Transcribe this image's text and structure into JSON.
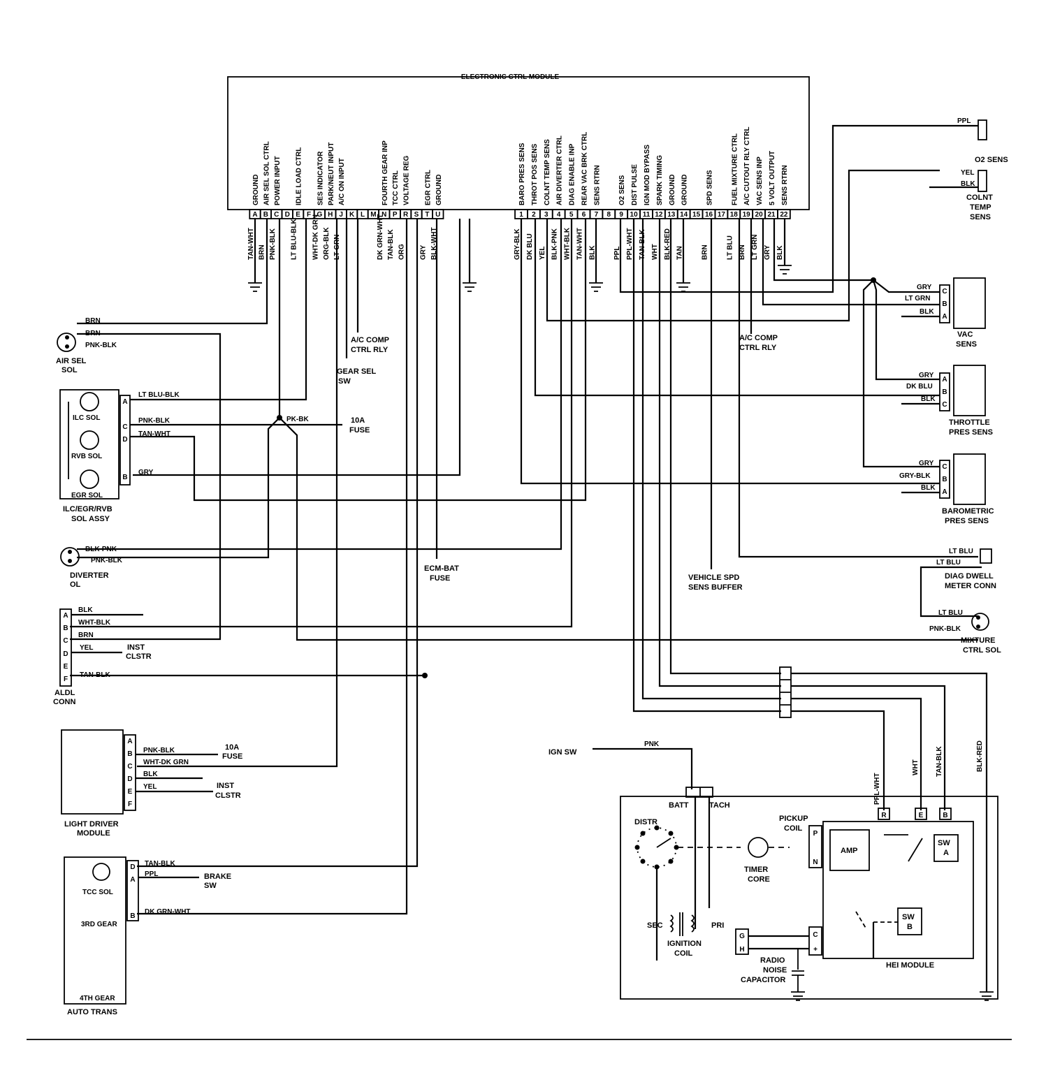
{
  "ecm": {
    "title": "ELECTRONIC CTRL MODULE",
    "pins_left": [
      {
        "pin": "A",
        "label": "GROUND",
        "wire": "TAN-WHT"
      },
      {
        "pin": "B",
        "label": "AIR SEL SOL CTRL",
        "wire": "BRN"
      },
      {
        "pin": "C",
        "label": "POWER INPUT",
        "wire": "PNK-BLK"
      },
      {
        "pin": "D",
        "label": "",
        "wire": ""
      },
      {
        "pin": "E",
        "label": "IDLE LOAD CTRL",
        "wire": "LT BLU-BLK"
      },
      {
        "pin": "F",
        "label": "",
        "wire": ""
      },
      {
        "pin": "G",
        "label": "SES INDICATOR",
        "wire": "WHT-DK GRN"
      },
      {
        "pin": "H",
        "label": "PARK/NEUT INPUT",
        "wire": "ORG-BLK"
      },
      {
        "pin": "J",
        "label": "A/C ON INPUT",
        "wire": "LT GRN"
      },
      {
        "pin": "K",
        "label": "",
        "wire": ""
      },
      {
        "pin": "L",
        "label": "",
        "wire": ""
      },
      {
        "pin": "M",
        "label": "",
        "wire": ""
      },
      {
        "pin": "N",
        "label": "FOURTH GEAR INP",
        "wire": "DK GRN-WHT"
      },
      {
        "pin": "P",
        "label": "TCC CTRL",
        "wire": "TAN-BLK"
      },
      {
        "pin": "R",
        "label": "VOLTAGE REG",
        "wire": "ORG"
      },
      {
        "pin": "S",
        "label": "",
        "wire": ""
      },
      {
        "pin": "T",
        "label": "EGR CTRL",
        "wire": "GRY"
      },
      {
        "pin": "U",
        "label": "GROUND",
        "wire": "BLK-WHT"
      }
    ],
    "pins_right": [
      {
        "pin": "1",
        "label": "BARO PRES SENS",
        "wire": "GRY-BLK"
      },
      {
        "pin": "2",
        "label": "THROT POS SENS",
        "wire": "DK BLU"
      },
      {
        "pin": "3",
        "label": "COLNT TEMP SENS",
        "wire": "YEL"
      },
      {
        "pin": "4",
        "label": "AIR DIVERTER CTRL",
        "wire": "BLK-PNK"
      },
      {
        "pin": "5",
        "label": "DIAG ENABLE INP",
        "wire": "WHT-BLK"
      },
      {
        "pin": "6",
        "label": "REAR VAC BRK CTRL",
        "wire": "TAN-WHT"
      },
      {
        "pin": "7",
        "label": "SENS RTRN",
        "wire": "BLK"
      },
      {
        "pin": "8",
        "label": "",
        "wire": ""
      },
      {
        "pin": "9",
        "label": "O2 SENS",
        "wire": "PPL"
      },
      {
        "pin": "10",
        "label": "DIST PULSE",
        "wire": "PPL-WHT"
      },
      {
        "pin": "11",
        "label": "IGN MOD BYPASS",
        "wire": "TAN-BLK"
      },
      {
        "pin": "12",
        "label": "SPARK TIMING",
        "wire": "WHT"
      },
      {
        "pin": "13",
        "label": "GROUND",
        "wire": "BLK-RED"
      },
      {
        "pin": "14",
        "label": "GROUND",
        "wire": "TAN"
      },
      {
        "pin": "15",
        "label": "",
        "wire": ""
      },
      {
        "pin": "16",
        "label": "SPD SENS",
        "wire": "BRN"
      },
      {
        "pin": "17",
        "label": "",
        "wire": ""
      },
      {
        "pin": "18",
        "label": "FUEL MIXTURE CTRL",
        "wire": "LT BLU"
      },
      {
        "pin": "19",
        "label": "A/C CUTOUT RLY CTRL",
        "wire": "BRN"
      },
      {
        "pin": "20",
        "label": "VAC SENS INP",
        "wire": "LT GRN"
      },
      {
        "pin": "21",
        "label": "5 VOLT OUTPUT",
        "wire": "GRY"
      },
      {
        "pin": "22",
        "label": "SENS RTRN",
        "wire": "BLK"
      }
    ]
  },
  "components": {
    "o2_sens": "O2 SENS",
    "colnt_temp_sens": [
      "COLNT",
      "TEMP",
      "SENS"
    ],
    "vac_sens": [
      "VAC",
      "SENS"
    ],
    "throttle_pres_sens": [
      "THROTTLE",
      "PRES SENS"
    ],
    "barometric_pres_sens": [
      "BAROMETRIC",
      "PRES SENS"
    ],
    "diag_dwell_meter_conn": [
      "DIAG DWELL",
      "METER CONN"
    ],
    "mixture_ctrl_sol": [
      "MIXTURE",
      "CTRL SOL"
    ],
    "air_sel_sol": [
      "AIR SEL",
      "SOL"
    ],
    "sol_assy": [
      "ILC/EGR/RVB",
      "SOL ASSY"
    ],
    "ilc_sol": "ILC SOL",
    "rvb_sol": "RVB SOL",
    "egr_sol": "EGR SOL",
    "diverter_sol": [
      "DIVERTER",
      "OL"
    ],
    "aldl_conn": [
      "ALDL",
      "CONN"
    ],
    "light_driver_module": [
      "LIGHT DRIVER",
      "MODULE"
    ],
    "tcc_sol": "TCC SOL",
    "third_gear": "3RD GEAR",
    "fourth_gear": "4TH GEAR",
    "auto_trans": "AUTO TRANS",
    "ac_comp_ctrl_rly_left": [
      "A/C COMP",
      "CTRL RLY"
    ],
    "ac_comp_ctrl_rly_right": [
      "A/C COMP",
      "CTRL RLY"
    ],
    "gear_sel_sw": [
      "GEAR SEL",
      "SW"
    ],
    "fuse_10a": [
      "10A",
      "FUSE"
    ],
    "ecm_bat_fuse": [
      "ECM-BAT",
      "FUSE"
    ],
    "vehicle_spd_sens_buffer": [
      "VEHICLE SPD",
      "SENS BUFFER"
    ],
    "ign_sw": "IGN SW",
    "batt": "BATT",
    "tach": "TACH",
    "distr": "DISTR",
    "pickup_coil": [
      "PICKUP",
      "COIL"
    ],
    "timer_core": [
      "TIMER",
      "CORE"
    ],
    "amp": "AMP",
    "sw_a": [
      "SW",
      "A"
    ],
    "sw_b": [
      "SW",
      "B"
    ],
    "sec": "SEC",
    "pri": "PRI",
    "ignition_coil": [
      "IGNITION",
      "COIL"
    ],
    "radio_noise_capacitor": [
      "RADIO",
      "NOISE",
      "CAPACITOR"
    ],
    "hei_module": "HEI MODULE",
    "inst_clstr": [
      "INST",
      "CLSTR"
    ],
    "brake_sw": [
      "BRAKE",
      "SW"
    ]
  },
  "wire_labels": {
    "brn": "BRN",
    "pnk_blk": "PNK-BLK",
    "lt_blu_blk": "LT BLU-BLK",
    "tan_wht": "TAN-WHT",
    "gry": "GRY",
    "pk_bk": "PK-BK",
    "blk_pnk": "BLK-PNK",
    "blk": "BLK",
    "wht_blk": "WHT-BLK",
    "yel": "YEL",
    "tan_blk": "TAN-BLK",
    "wht_dk_grn": "WHT-DK GRN",
    "ppl": "PPL",
    "dk_grn_wht": "DK GRN-WHT",
    "lt_grn": "LT GRN",
    "dk_blu": "DK BLU",
    "gry_blk": "GRY-BLK",
    "lt_blu": "LT BLU",
    "pnk": "PNK",
    "ppl_wht": "PPL-WHT",
    "wht": "WHT",
    "blk_red": "BLK-RED"
  }
}
